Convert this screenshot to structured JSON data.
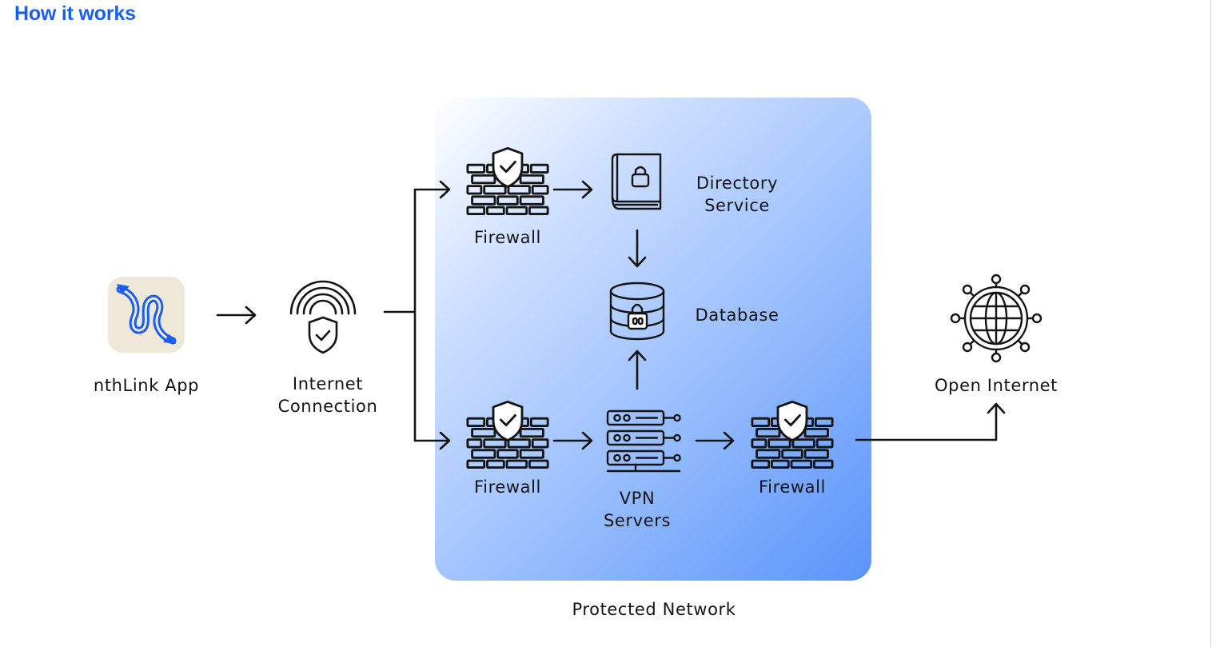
{
  "page": {
    "title": "How it works"
  },
  "colors": {
    "title": "#1a5ef0",
    "icon_stroke": "#141414",
    "app_icon_bg": "#efe7d8",
    "app_logo": "#1a5ef0",
    "box_gradient_start": "#ffffff",
    "box_gradient_end": "#5a94fb"
  },
  "nodes": {
    "app": {
      "label": "nthLink App",
      "icon": "nthlink-logo-icon"
    },
    "internet_connection": {
      "line1": "Internet",
      "line2": "Connection",
      "icon": "wifi-shield-icon"
    },
    "firewall_top": {
      "label": "Firewall",
      "icon": "firewall-icon"
    },
    "directory_service": {
      "line1": "Directory",
      "line2": "Service",
      "icon": "directory-book-icon"
    },
    "database": {
      "label": "Database",
      "icon": "database-lock-icon"
    },
    "firewall_bottom_left": {
      "label": "Firewall",
      "icon": "firewall-icon"
    },
    "vpn_servers": {
      "line1": "VPN",
      "line2": "Servers",
      "icon": "server-rack-icon"
    },
    "firewall_bottom_right": {
      "label": "Firewall",
      "icon": "firewall-icon"
    },
    "open_internet": {
      "label": "Open Internet",
      "icon": "globe-network-icon"
    }
  },
  "groups": {
    "protected_network": {
      "label": "Protected Network"
    }
  }
}
